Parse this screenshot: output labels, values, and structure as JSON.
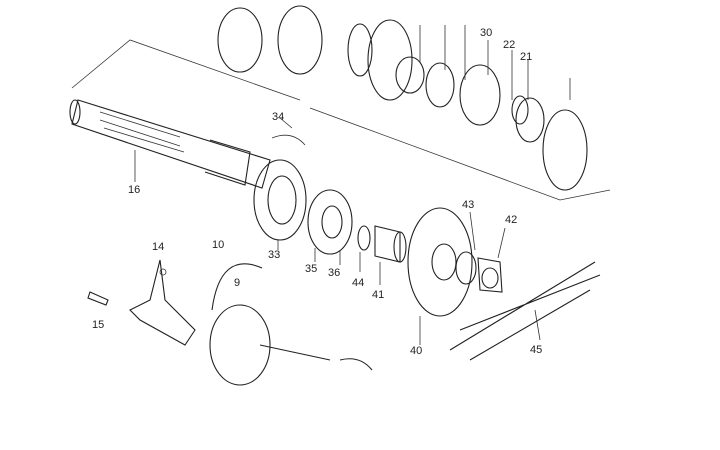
{
  "diagram": {
    "callouts": [
      "34",
      "16",
      "33",
      "35",
      "36",
      "44",
      "41",
      "40",
      "43",
      "42",
      "45",
      "14",
      "10",
      "9",
      "15",
      "30",
      "22",
      "21"
    ],
    "line_color": "#222222",
    "background": "#ffffff"
  }
}
